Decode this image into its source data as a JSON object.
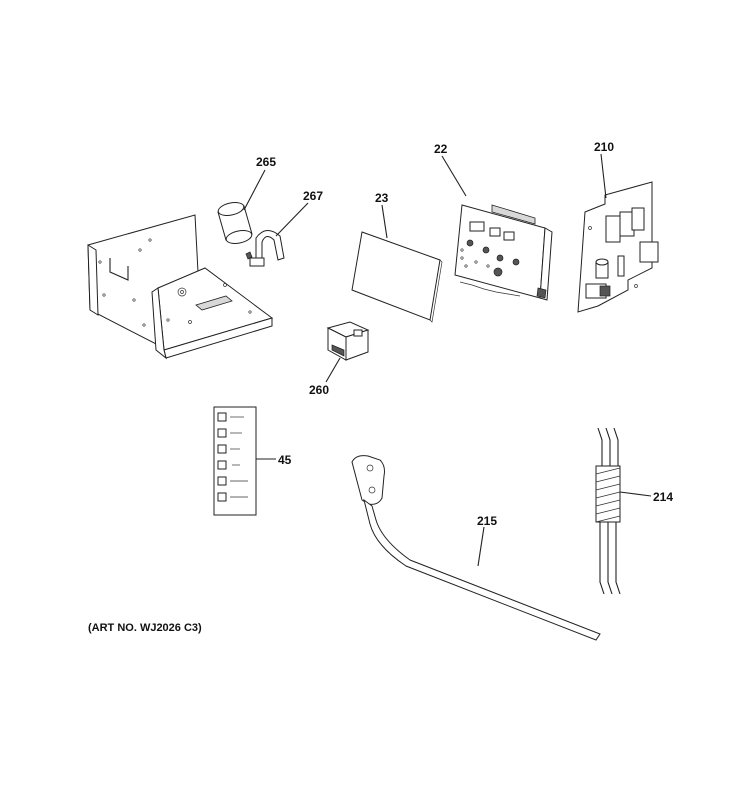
{
  "callouts": {
    "p265": "265",
    "p267": "267",
    "p23": "23",
    "p22": "22",
    "p210": "210",
    "p260": "260",
    "p45": "45",
    "p215": "215",
    "p214": "214"
  },
  "art_number": "(ART NO. WJ2026 C3)"
}
